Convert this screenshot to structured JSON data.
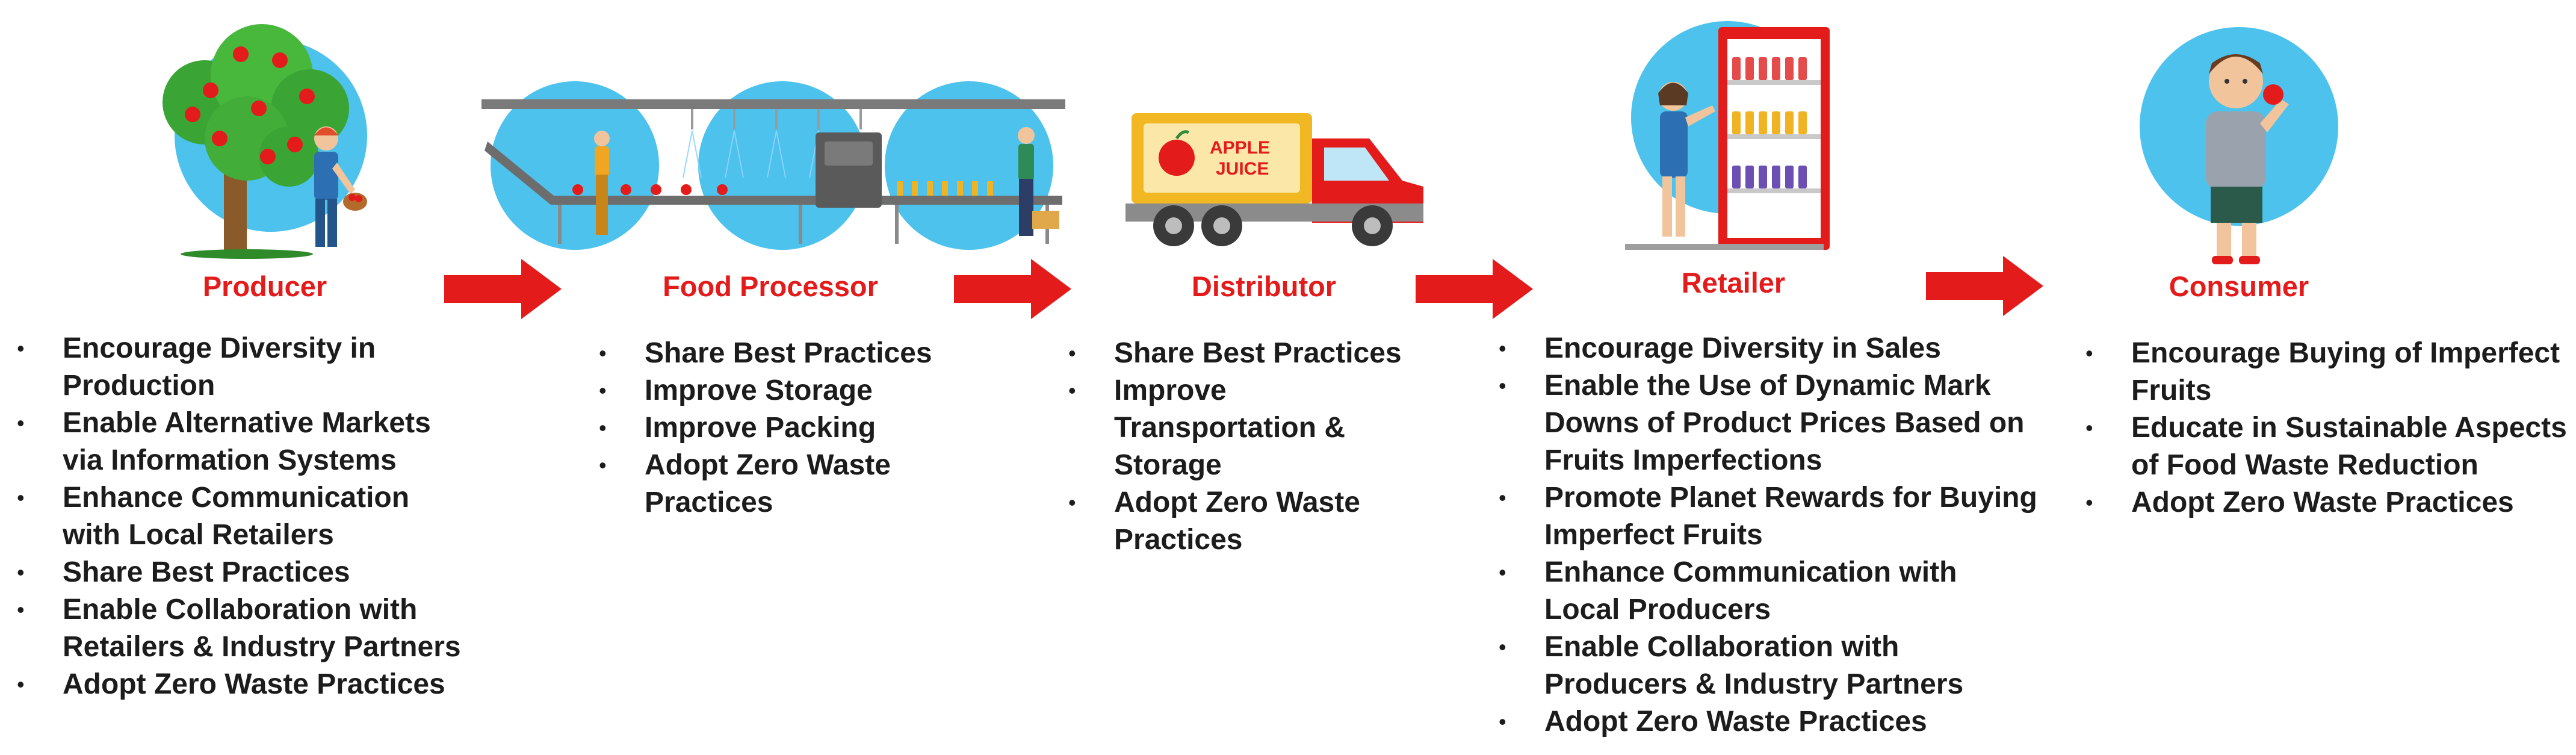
{
  "colors": {
    "accent_red": "#e41b1b",
    "sky_blue": "#4cc2ec",
    "text": "#1c1c1c"
  },
  "stages": [
    {
      "title": "Producer",
      "icon": "apple-tree-farmer",
      "practices": [
        "Encourage Diversity in Production",
        "Enable Alternative Markets via Information Systems",
        "Enhance Communication with Local Retailers",
        "Share Best Practices",
        "Enable Collaboration with Retailers & Industry Partners",
        "Adopt Zero Waste Practices"
      ]
    },
    {
      "title": "Food Processor",
      "icon": "processing-conveyor",
      "practices": [
        "Share Best Practices",
        "Improve Storage",
        "Improve Packing",
        "Adopt Zero Waste Practices"
      ]
    },
    {
      "title": "Distributor",
      "icon": "delivery-truck",
      "truck_label": [
        "APPLE",
        "JUICE"
      ],
      "practices": [
        "Share Best Practices",
        "Improve Transportation & Storage",
        "Adopt Zero Waste Practices"
      ]
    },
    {
      "title": "Retailer",
      "icon": "store-shelf-shopper",
      "practices": [
        "Encourage Diversity in Sales",
        "Enable the Use of Dynamic Mark Downs of Product Prices Based on Fruits Imperfections",
        "Promote Planet Rewards for Buying Imperfect Fruits",
        "Enhance Communication with Local Producers",
        "Enable Collaboration with Producers & Industry Partners",
        "Adopt Zero Waste Practices"
      ]
    },
    {
      "title": "Consumer",
      "icon": "person-eating-apple",
      "practices": [
        "Encourage Buying of Imperfect Fruits",
        "Educate in Sustainable Aspects of Food Waste Reduction",
        "Adopt Zero Waste Practices"
      ]
    }
  ]
}
